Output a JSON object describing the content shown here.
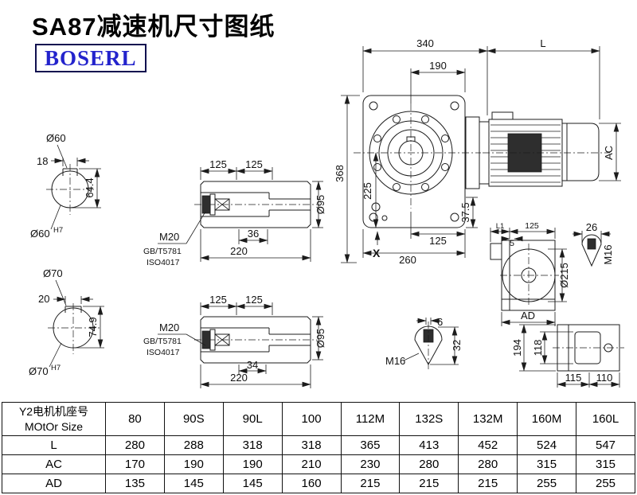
{
  "header": {
    "title": "SA87减速机尺寸图纸",
    "brand": "BOSERL",
    "brand_color": "#2323cc"
  },
  "main_view": {
    "dim_width_total": "340",
    "dim_motor_length": "L",
    "dim_190": "190",
    "dim_height_total": "368",
    "dim_225": "225",
    "dim_37_5": "37.5",
    "dim_125": "125",
    "dim_260": "260",
    "dim_motor_diameter": "AC",
    "point_label": "X"
  },
  "shaft_60": {
    "label": "Ø60",
    "key_width": "18",
    "key_height": "64.4",
    "bore_label": "Ø60",
    "tolerance": "H7"
  },
  "shaft_70": {
    "label": "Ø70",
    "key_width": "20",
    "key_height": "74.9",
    "bore_label": "Ø70",
    "tolerance": "H7"
  },
  "hollow_shaft_top": {
    "dim_125_left": "125",
    "dim_125_right": "125",
    "bolt_thread": "M20",
    "standard_1": "GB/T5781",
    "standard_2": "ISO4017",
    "dim_36": "36",
    "dim_length": "220",
    "dim_od": "Ø95"
  },
  "hollow_shaft_bottom": {
    "dim_125_left": "125",
    "dim_125_right": "125",
    "bolt_thread": "M20",
    "standard_1": "GB/T5781",
    "standard_2": "ISO4017",
    "dim_34": "34",
    "dim_length": "220",
    "dim_od": "Ø95"
  },
  "side_view": {
    "dim_l1": "L1",
    "dim_125": "125",
    "dim_5": "5",
    "dim_flange": "Ø215",
    "dim_ad": "AD",
    "shaft_dim_26": "26",
    "tap_thread": "M16"
  },
  "shaft_end_detail": {
    "dim_6": "6",
    "dim_32": "32",
    "tap_thread": "M16"
  },
  "rear_view": {
    "dim_194": "194",
    "dim_118": "118",
    "dim_115": "115",
    "dim_110": "110"
  },
  "table": {
    "row_label_line1": "Y2电机机座号",
    "row_label_line2": "MOtOr Size",
    "motor_sizes": [
      "80",
      "90S",
      "90L",
      "100",
      "112M",
      "132S",
      "132M",
      "160M",
      "160L"
    ],
    "rows": [
      {
        "label": "L",
        "values": [
          "280",
          "288",
          "318",
          "318",
          "365",
          "413",
          "452",
          "524",
          "547"
        ]
      },
      {
        "label": "AC",
        "values": [
          "170",
          "190",
          "190",
          "210",
          "230",
          "280",
          "280",
          "315",
          "315"
        ]
      },
      {
        "label": "AD",
        "values": [
          "135",
          "145",
          "145",
          "160",
          "215",
          "215",
          "215",
          "255",
          "255"
        ]
      }
    ]
  }
}
